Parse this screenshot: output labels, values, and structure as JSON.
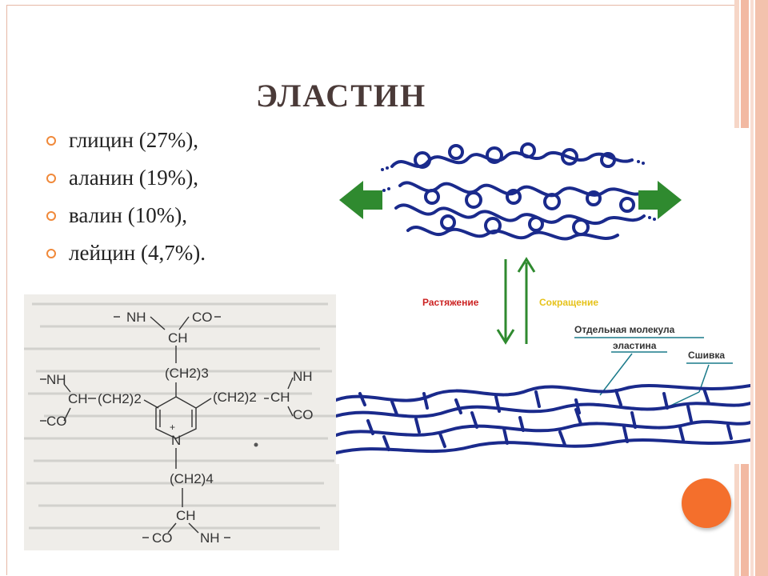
{
  "slide": {
    "title": "ЭЛАСТИН",
    "bullets": [
      {
        "text": "глицин (27%),"
      },
      {
        "text": "аланин (19%),"
      },
      {
        "text": "валин (10%),"
      },
      {
        "text": "лейцин (4,7%)."
      }
    ]
  },
  "formula": {
    "labels": {
      "nh_top": "NH",
      "co_top": "CO",
      "ch_top": "CH",
      "ch2_3": "(CH2)3",
      "nh_left": "NH",
      "ch_left": "CH",
      "ch2_2_left": "(CH2)2",
      "co_left": "CO",
      "ch2_2_right": "(CH2)2",
      "ch_right": "CH",
      "nh_right": "NH",
      "co_right": "CO",
      "n_plus": "N",
      "plus": "+",
      "ch2_4": "(CH2)4",
      "ch_bottom": "CH",
      "co_bottom": "CO",
      "nh_bottom": "NH"
    }
  },
  "diagram": {
    "stretch_label": "Растяжение",
    "contract_label": "Сокращение",
    "molecule_label_line1": "Отдельная молекула",
    "molecule_label_line2": "эластина",
    "crosslink_label": "Сшивка",
    "colors": {
      "fiber": "#1a2a8c",
      "arrow": "#2f8a2f",
      "stretch": "#cc2222",
      "contract": "#e6c21a",
      "label": "#1a7a8a"
    }
  },
  "colors": {
    "bullet": "#f0893a",
    "accent_dot": "#f46f2c",
    "stripe_light": "#f6c9b6",
    "stripe_dark": "#e8a58c"
  }
}
